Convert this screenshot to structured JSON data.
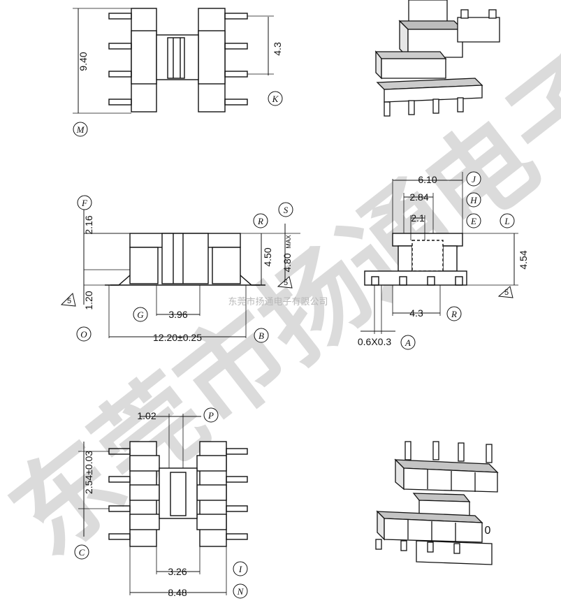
{
  "watermark": {
    "big": "东莞市扬通电子",
    "small": "东莞市扬通电子有限公司"
  },
  "dimensions": {
    "d940": "9.40",
    "d43a": "4.3",
    "d216": "2.16",
    "d120": "1.20",
    "d396": "3.96",
    "d1220": "12.20±0.25",
    "d450": "4.50",
    "d480": "4.80",
    "max": "MAX",
    "d610": "6.10",
    "d284": "2.84",
    "d21": "2.1",
    "d454": "4.54",
    "d43b": "4.3",
    "d0603": "0.6X0.3",
    "d102": "1.02",
    "d254": "2.54±0.03",
    "d326": "3.26",
    "d848": "8.48"
  },
  "labels": {
    "M": "M",
    "K": "K",
    "F": "F",
    "R1": "R",
    "S": "S",
    "G": "G",
    "O": "O",
    "B": "B",
    "J": "J",
    "H": "H",
    "E": "E",
    "L": "L",
    "R2": "R",
    "A": "A",
    "P": "P",
    "C": "C",
    "I": "I",
    "N": "N"
  },
  "triangles": {
    "t1": "5",
    "t2": "5",
    "t3": "5"
  },
  "stray": "0"
}
